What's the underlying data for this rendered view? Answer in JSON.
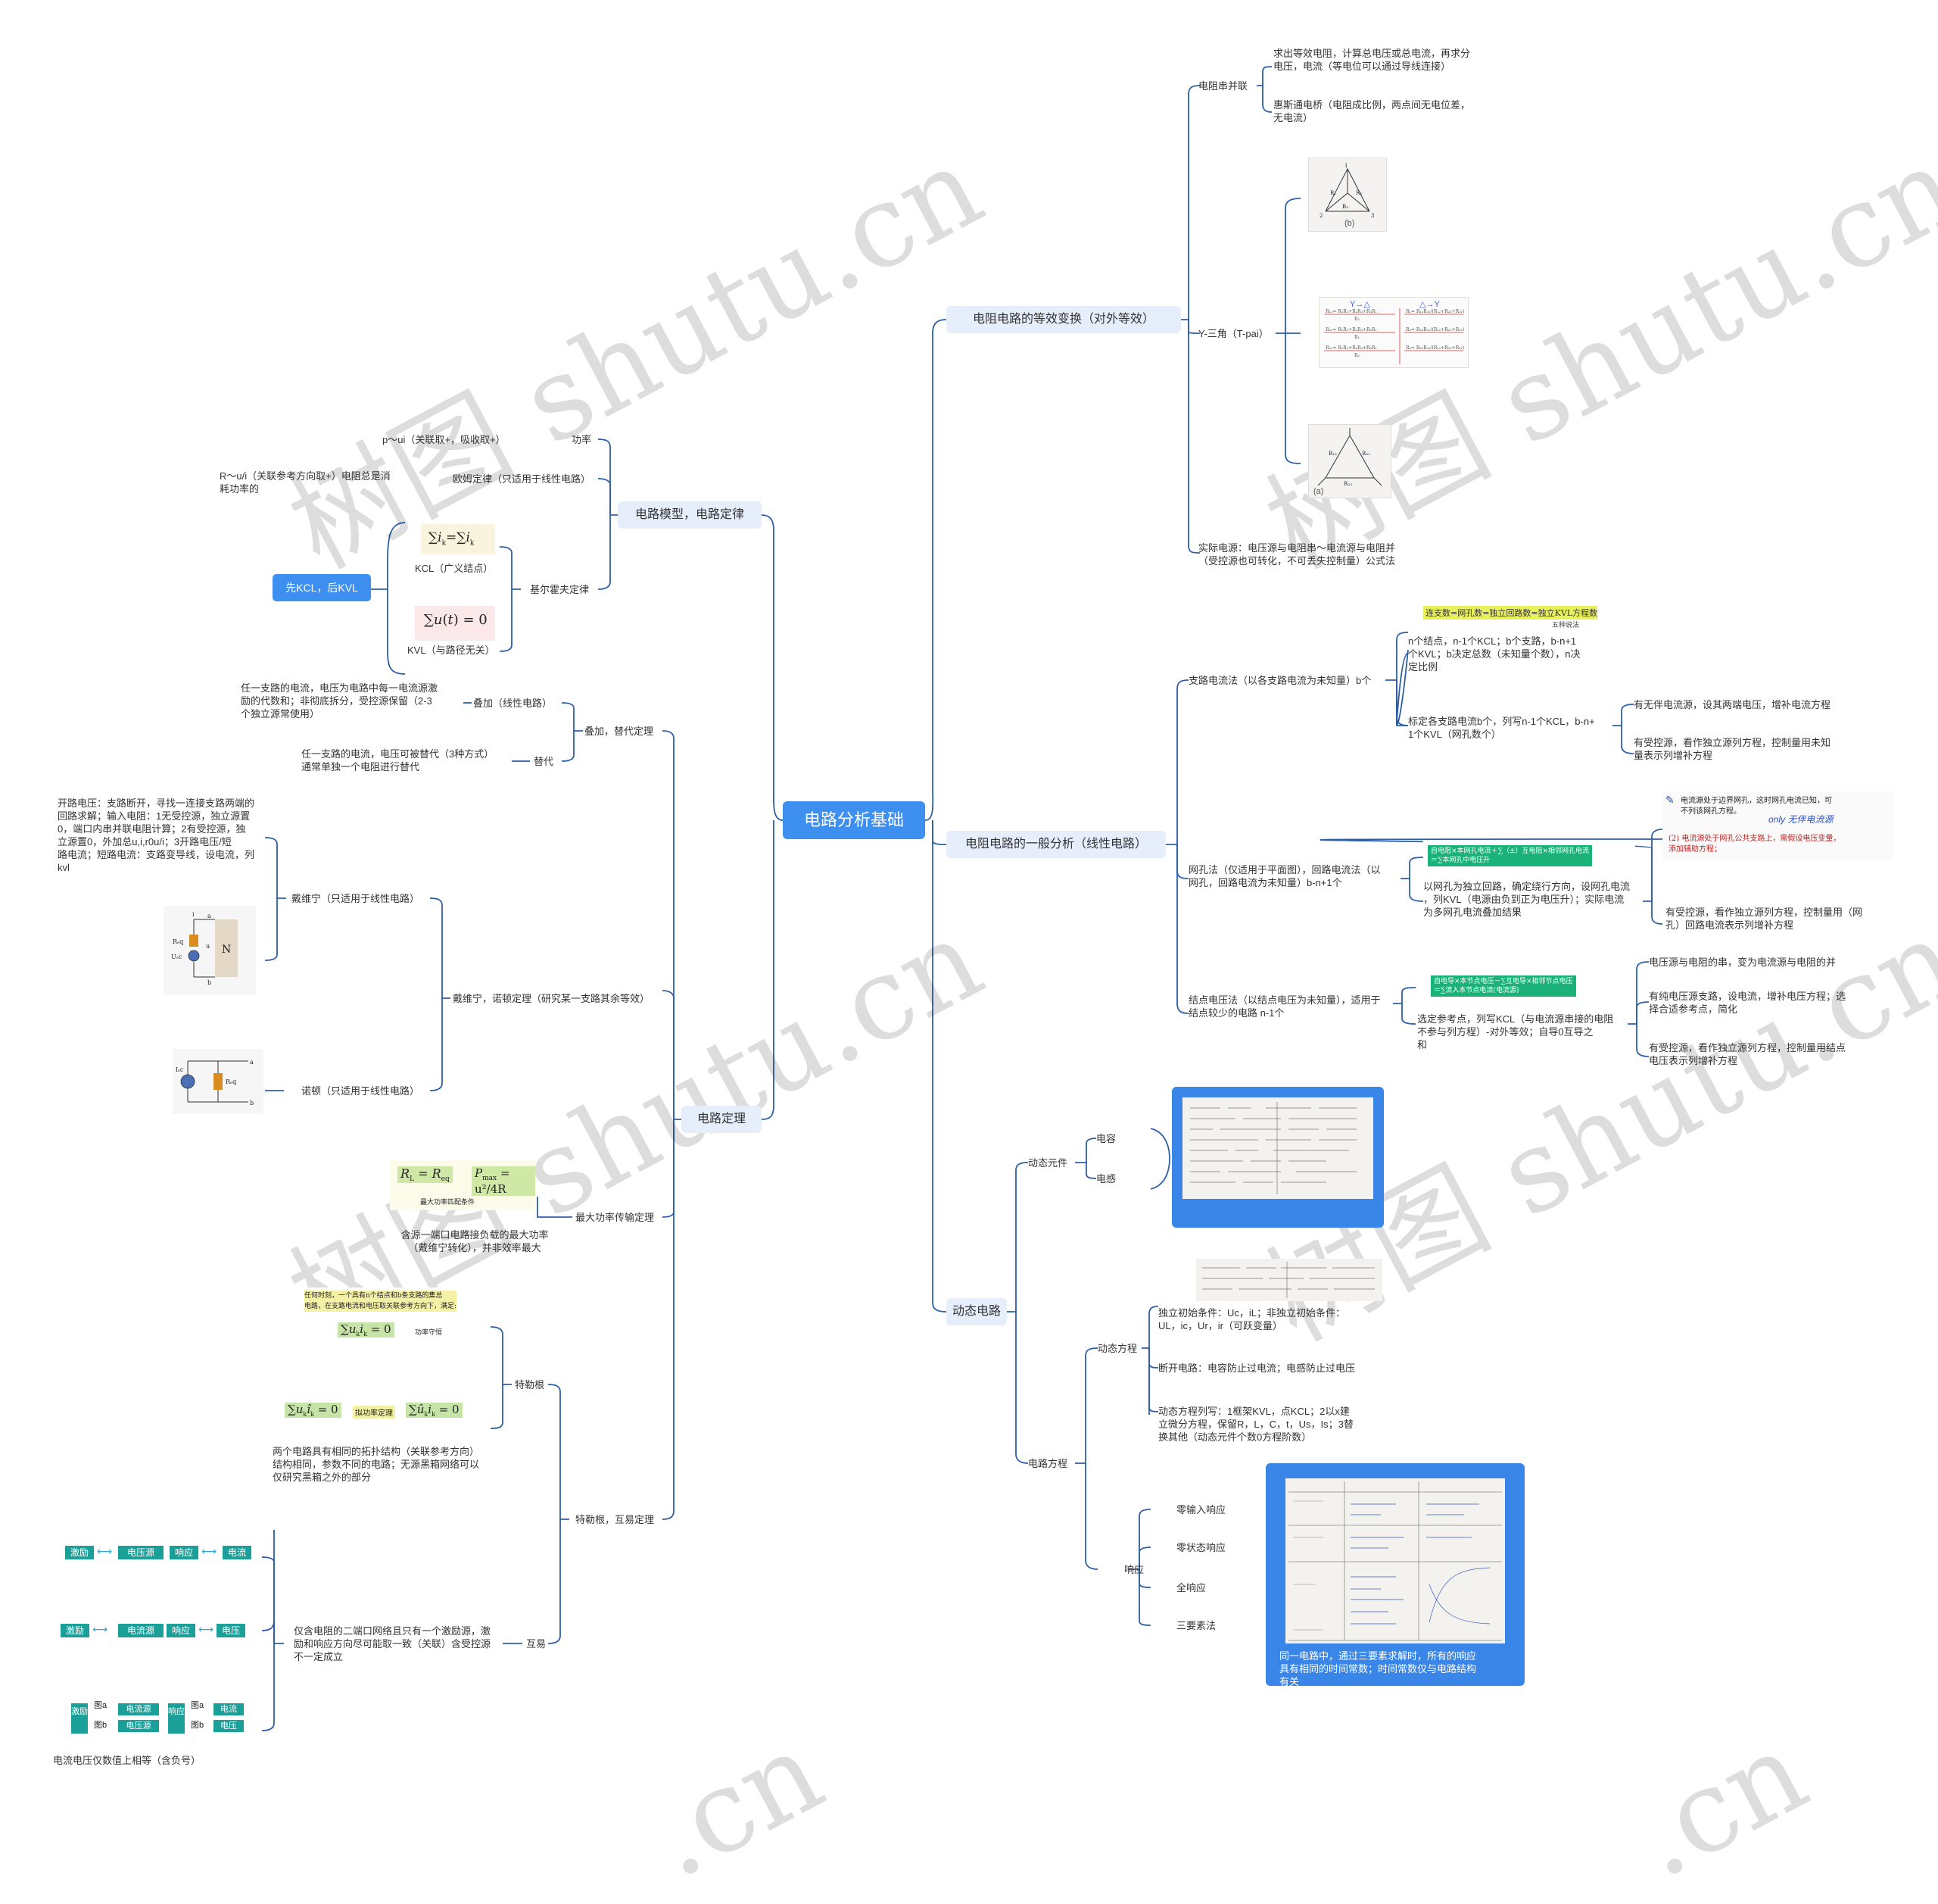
{
  "root": {
    "label": "电路分析基础"
  },
  "colors": {
    "primary": "#3d8ff0",
    "line": "#2e5fa6",
    "subnode": "#e6eefc"
  },
  "watermark": [
    "树图 shutu.cn",
    "树图 shutu.cn",
    "树图 shutu.cn",
    "树图 shutu.cn",
    ".cn",
    ".cn"
  ],
  "right": {
    "b1": {
      "label": "电阻电路的等效变换（对外等效）",
      "series": {
        "label": "电阻串并联",
        "item1": "求出等效电阻，计算总电压或总电流，再求分\n电压，电流（等电位可以通过导线连接）",
        "item2": "惠斯通电桥（电阻成比例，两点间无电位差，\n无电流）"
      },
      "ytri": {
        "label": "Y-三角（T-pai）",
        "img1_caption": "(b)",
        "img3_caption": "(a)",
        "img2_left": "Y→△",
        "img2_right": "△→Y"
      },
      "source": {
        "label": "实际电源：电压源与电阻串～电流源与电阻并\n（受控源也可转化，不可丢失控制量）公式法"
      }
    },
    "b2": {
      "label": "电阻电路的一般分析（线性电路）",
      "branch": {
        "label": "支路电流法（以各支路电流为未知量）b个",
        "img_text": "连支数=网孔数=独立回路数=独立KVL方程数",
        "img_note": "五种说法",
        "desc": "n个结点，n-1个KCL；b个支路，b-n+1\n个KVL；b决定总数（未知量个数），n决\n定比例",
        "steps": "标定各支路电流b个，列写n-1个KCL，b-n+\n1个KVL（网孔数个）",
        "s1": "有无伴电流源，设其两端电压，增补电流方程",
        "s2": "有受控源，看作独立源列方程，控制量用未知\n量表示列增补方程"
      },
      "mesh": {
        "label": "网孔法（仅适用于平面图），回路电流法（以\n网孔，回路电流为未知量）b-n+1个",
        "img_text": "自电阻×本网孔电流＋∑（±）互电阻×相邻网孔电流\n＝∑本网孔中电压升",
        "desc": "以网孔为独立回路，确定绕行方向，设网孔电流\n，列KVL（电源由负到正为电压升）；实际电流\n为多网孔电流叠加结果",
        "note1": "电流源处于边界网孔，这时网孔电流已知，可\n不列该网孔方程。",
        "note1_hand": "only 无伴电流源",
        "note2": "(2) 电流源处于网孔公共支路上，需假设电压变量，\n添加辅助方程；",
        "s2": "有受控源，看作独立源列方程，控制量用（网\n孔）回路电流表示列增补方程"
      },
      "node": {
        "label": "结点电压法（以结点电压为未知量），适用于\n结点较少的电路 n-1个",
        "img_text": "自电导×本节点电压－∑互电导×相邻节点电压\n＝∑流入本节点电流(电流源)",
        "desc": "选定参考点，列写KCL（与电流源串接的电阻\n不参与列方程）-对外等效；自导0互导之\n和",
        "s1": "电压源与电阻的串，变为电流源与电阻的并",
        "s2": "有纯电压源支路，设电流，增补电压方程；选\n择合适参考点，简化",
        "s3": "有受控源，看作独立源列方程，控制量用结点\n电压表示列增补方程"
      }
    },
    "b3": {
      "label": "动态电路",
      "elements": {
        "label": "动态元件",
        "c": "电容",
        "l": "电感"
      },
      "equations": {
        "label": "电路方程",
        "dyn": {
          "label": "动态方程",
          "t1": "独立初始条件：Uc，iL；非独立初始条件：\nUL，ic，Ur，ir（可跃变量）",
          "t2": "断开电路：电容防止过电流；电感防止过电压",
          "t3": "动态方程列写：1框架KVL，点KCL；2以x建\n立微分方程，保留R，L，C，t，Us，Is；3替\n换其他（动态元件个数0方程阶数）"
        },
        "resp": {
          "label": "响应",
          "items": [
            "零输入响应",
            "零状态响应",
            "全响应",
            "三要素法"
          ],
          "note": "同一电路中，通过三要素求解时，所有的响应\n具有相同的时间常数；时间常数仅与电路结构\n有关"
        }
      }
    }
  },
  "left": {
    "b1": {
      "label": "电路模型，电路定律",
      "power": {
        "label": "功率",
        "text": "p～ui（关联取+，吸收取+）"
      },
      "ohm": {
        "label": "欧姆定律（只适用于线性电路）",
        "text": "R～u/i（关联参考方向取+）电阻总是消\n耗功率的"
      },
      "kirch": {
        "label": "基尔霍夫定律",
        "kcl": "KCL（广义结点）",
        "kvl": "KVL（与路径无关）",
        "tag": "先KCL，后KVL"
      }
    },
    "b2": {
      "label": "电路定理",
      "superpos": {
        "label": "叠加，替代定理",
        "sup": "叠加（线性电路）",
        "sup_text": "任一支路的电流，电压为电路中每一电流源激\n励的代数和；非彻底拆分，受控源保留（2-3\n个独立源常使用）",
        "sub": "替代",
        "sub_text": "任一支路的电流，电压可被替代（3种方式）\n通常单独一个电阻进行替代"
      },
      "thevenin": {
        "label": "戴维宁，诺顿定理（研究某一支路其余等效）",
        "dai": "戴维宁（只适用于线性电路）",
        "dai_text": "开路电压：支路断开，寻找一连接支路两端的\n回路求解；输入电阻：1无受控源，独立源置\n0，端口内串并联电阻计算；2有受控源，独\n立源置0，外加总u,i,r0u/i；3开路电压/短\n路电流；短路电流：支路变导线，设电流，列\nkvl",
        "nor": "诺顿（只适用于线性电路）"
      },
      "maxp": {
        "label": "最大功率传输定理",
        "text": "含源一端口电路接负载的最大功率\n（戴维宁转化），并非效率最大",
        "img_caption": "最大功率匹配条件"
      },
      "tellegen": {
        "label": "特勒根，互易定理",
        "tel": "特勒根",
        "tel_img1": "任何时刻，一个具有n个结点和b条支路的集总\n电路，在支路电流和电压取关联参考方向下，满足:",
        "tel_img1_cap": "功率守恒",
        "tel_img2_cap": "拟功率定理",
        "tel_text": "两个电路具有相同的拓扑结构（关联参考方向）\n结构相同，参数不同的电路；无源黑箱网络可以\n仅研究黑箱之外的部分",
        "rec": "互易",
        "rec_text": "仅含电阻的二端口网络且只有一个激励源，激\n励和响应方向尽可能取一致（关联）含受控源\n不一定成立",
        "rec_note": "电流电压仅数值上相等（含负号）",
        "flow1": [
          "激励",
          "电压源",
          "响应",
          "电流"
        ],
        "flow2": [
          "激励",
          "电流源",
          "响应",
          "电压"
        ],
        "flow3": [
          "激励",
          "图a",
          "图b",
          "电流源",
          "电压源",
          "响应",
          "图a",
          "图b",
          "电流",
          "电压"
        ]
      }
    }
  }
}
